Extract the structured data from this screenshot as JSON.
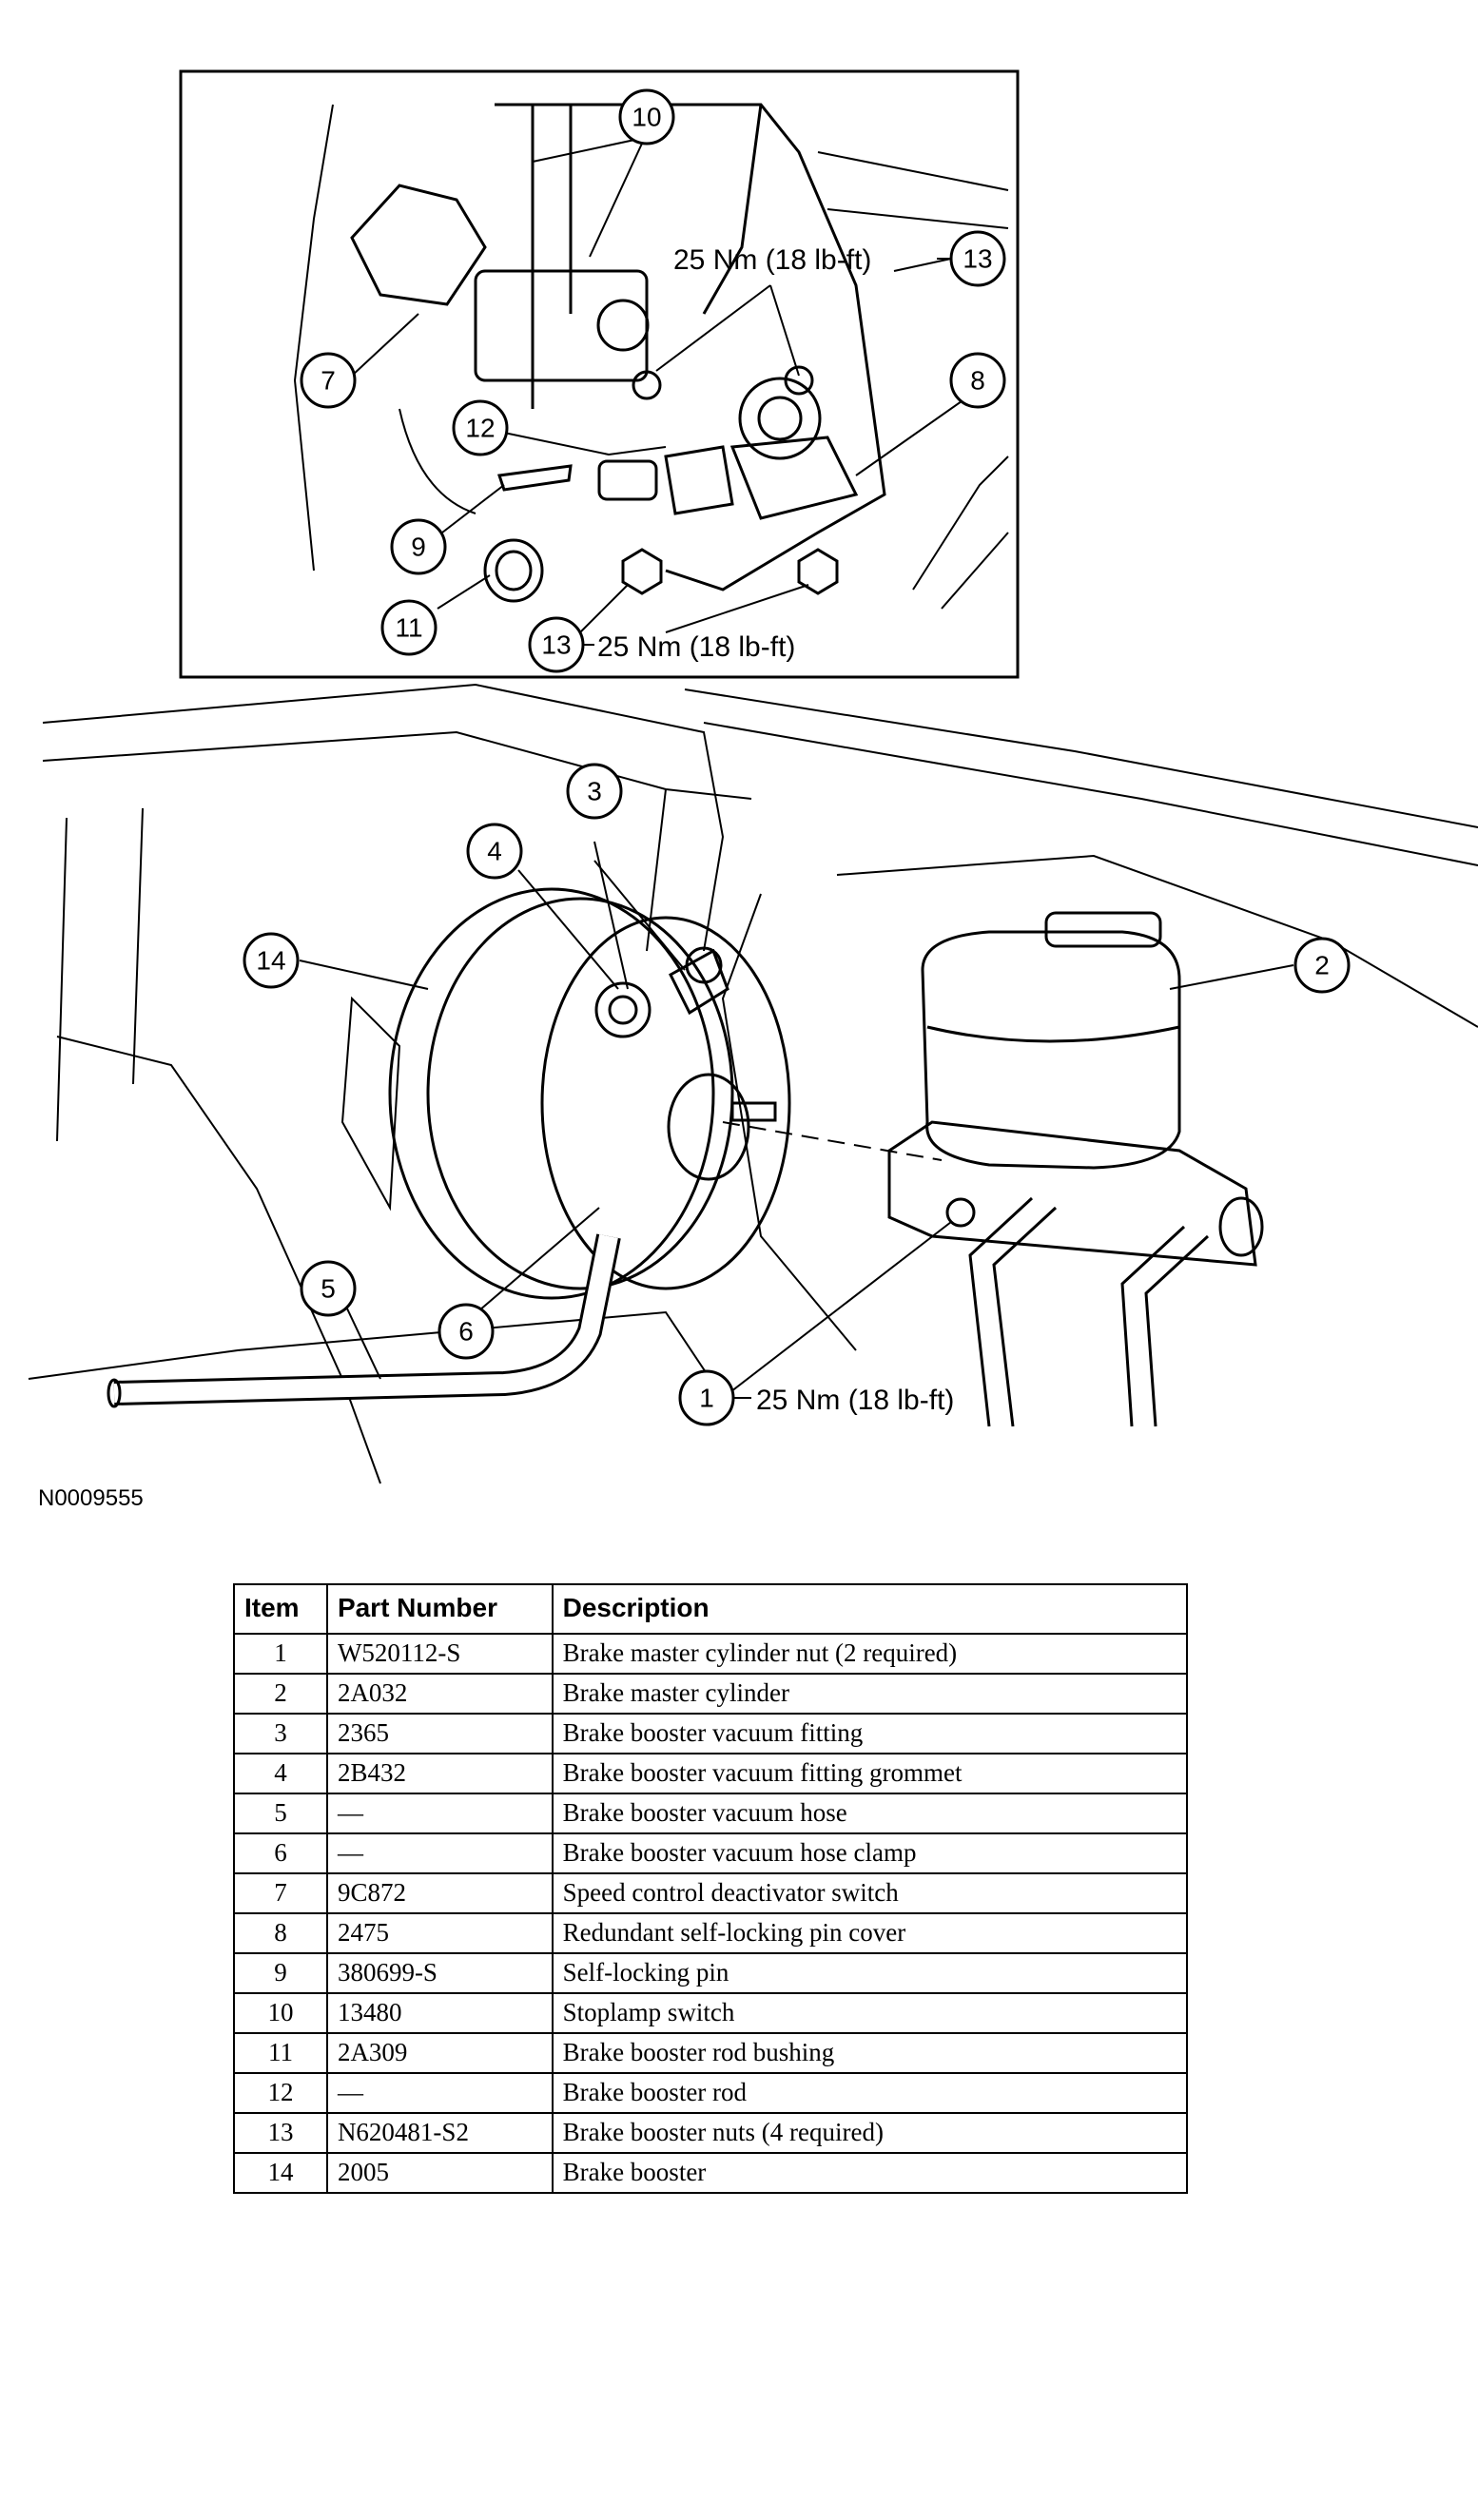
{
  "diagram": {
    "torque_label": "25 Nm (18 lb-ft)",
    "figure_id": "N0009555",
    "callouts": [
      "1",
      "2",
      "3",
      "4",
      "5",
      "6",
      "7",
      "8",
      "9",
      "10",
      "11",
      "12",
      "13",
      "14"
    ]
  },
  "table": {
    "headers": [
      "Item",
      "Part Number",
      "Description"
    ],
    "rows": [
      {
        "item": "1",
        "part": "W520112-S",
        "desc": "Brake master cylinder nut (2 required)"
      },
      {
        "item": "2",
        "part": "2A032",
        "desc": "Brake master cylinder"
      },
      {
        "item": "3",
        "part": "2365",
        "desc": "Brake booster vacuum fitting"
      },
      {
        "item": "4",
        "part": "2B432",
        "desc": "Brake booster vacuum fitting grommet"
      },
      {
        "item": "5",
        "part": "—",
        "desc": "Brake booster vacuum hose"
      },
      {
        "item": "6",
        "part": "—",
        "desc": "Brake booster vacuum hose clamp"
      },
      {
        "item": "7",
        "part": "9C872",
        "desc": "Speed control deactivator switch"
      },
      {
        "item": "8",
        "part": "2475",
        "desc": "Redundant self-locking pin cover"
      },
      {
        "item": "9",
        "part": "380699-S",
        "desc": "Self-locking pin"
      },
      {
        "item": "10",
        "part": "13480",
        "desc": "Stoplamp switch"
      },
      {
        "item": "11",
        "part": "2A309",
        "desc": "Brake booster rod bushing"
      },
      {
        "item": "12",
        "part": "—",
        "desc": "Brake booster rod"
      },
      {
        "item": "13",
        "part": "N620481-S2",
        "desc": "Brake booster nuts (4 required)"
      },
      {
        "item": "14",
        "part": "2005",
        "desc": "Brake booster"
      }
    ]
  }
}
